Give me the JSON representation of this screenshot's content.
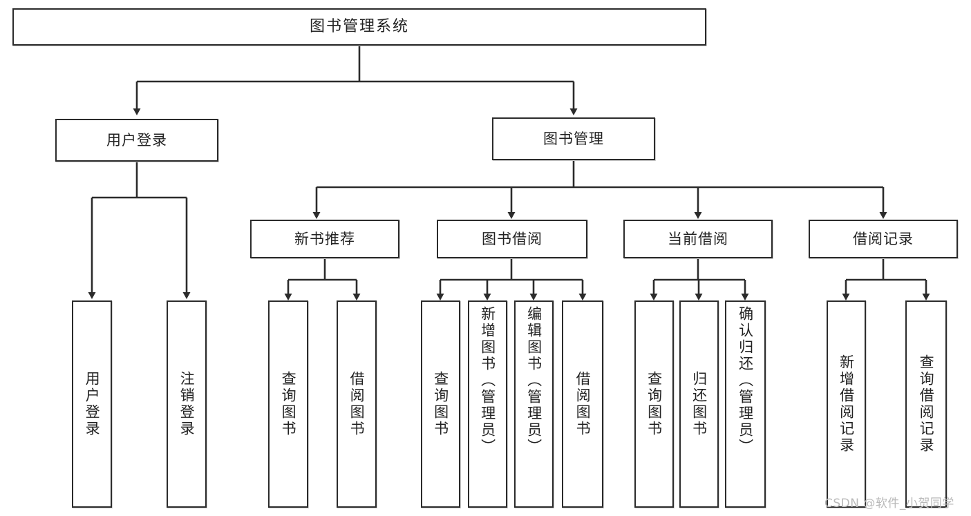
{
  "diagram": {
    "title": "图书管理系统",
    "type": "tree",
    "watermark": "CSDN @软件_小贺同学",
    "root": {
      "label": "图书管理系统"
    },
    "level2": [
      {
        "label": "用户登录"
      },
      {
        "label": "图书管理"
      }
    ],
    "level3": [
      {
        "label": "新书推荐"
      },
      {
        "label": "图书借阅"
      },
      {
        "label": "当前借阅"
      },
      {
        "label": "借阅记录"
      }
    ],
    "leaves": {
      "user_login": [
        {
          "label": "用户登录"
        },
        {
          "label": "注销登录"
        }
      ],
      "new_book": [
        {
          "label": "查询图书"
        },
        {
          "label": "借阅图书"
        }
      ],
      "borrow_book": [
        {
          "label": "查询图书"
        },
        {
          "label": "新增图书（管理员）"
        },
        {
          "label": "编辑图书（管理员）"
        },
        {
          "label": "借阅图书"
        }
      ],
      "current_borrow": [
        {
          "label": "查询图书"
        },
        {
          "label": "归还图书"
        },
        {
          "label": "确认归还（管理员）"
        }
      ],
      "borrow_record": [
        {
          "label": "新增借阅记录"
        },
        {
          "label": "查询借阅记录"
        }
      ]
    },
    "colors": {
      "stroke": "#2b2b2b",
      "fill": "#ffffff",
      "text": "#222222",
      "watermark": "#b9b9b9"
    }
  }
}
